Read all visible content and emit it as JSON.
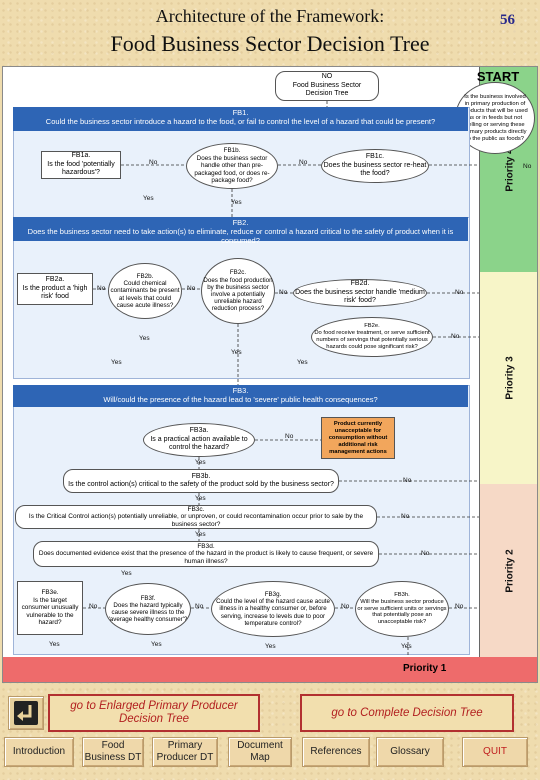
{
  "header": {
    "title": "Architecture of the Framework:",
    "subtitle": "Food Business Sector Decision Tree",
    "page_number": "56"
  },
  "diagram": {
    "top_node": "NO\nFood Business Sector\nDecision Tree",
    "start": {
      "label": "START",
      "text": "Is the business involved in primary production of products that will be used as or in feeds but not selling or serving these primary products directly to the public as foods?"
    },
    "fb1": {
      "title": "FB1.",
      "question": "Could the business sector introduce a hazard to the food, or fail to control the level of a hazard that could be present?",
      "fb1a": "FB1a.\nIs the food 'potentially hazardous'?",
      "fb1b": "FB1b.\nDoes the business sector handle other than pre-packaged food, or does re-package food?",
      "fb1c": "FB1c.\nDoes the business sector re-heat the food?"
    },
    "fb2": {
      "title": "FB2.",
      "question": "Does the business sector need to take action(s) to eliminate, reduce or control a hazard critical to the safety of product when it is consumed?",
      "fb2a": "FB2a.\nIs the product a 'high risk' food",
      "fb2b": "FB2b.\nCould chemical contaminants be present at levels that could cause acute illness?",
      "fb2c": "FB2c.\nDoes the food production by the business sector involve a potentially unreliable hazard reduction process?",
      "fb2d": "FB2d.\nDoes the business sector handle 'medium risk' food?",
      "fb2e": "FB2e.\nDo food receive treatment, or serve sufficient numbers of servings that potentially serious hazards could pose significant risk?"
    },
    "fb3": {
      "title": "FB3.",
      "question": "Will/could the presence of the hazard lead to 'severe' public health consequences?",
      "fb3a": "FB3a.\nIs a practical action available to control the hazard?",
      "unacceptable": "Product currently unacceptable for consumption without additional risk management actions",
      "fb3b": "FB3b.\nIs the control action(s) critical to the safety of the product sold by the business sector?",
      "fb3c": "FB3c.\nIs the Critical Control action(s) potentially unreliable, or unproven, or could recontamination occur prior to sale by the business sector?",
      "fb3d": "FB3d.\nDoes documented evidence exist that the presence of the hazard in the product is likely to cause frequent, or severe human illness?",
      "fb3e": "FB3e.\nIs the target consumer unusually vulnerable to the hazard?",
      "fb3f": "FB3f.\nDoes the hazard typically cause severe illness to the 'average healthy consumer'?",
      "fb3g": "FB3g.\nCould the level of the hazard cause acute illness in a healthy consumer or, before serving, increase to levels due to poor temperature control?",
      "fb3h": "FB3h.\nWill the business sector produce or serve sufficient units or servings that potentially pose an unacceptable risk?"
    },
    "labels": {
      "yes": "Yes",
      "no": "No"
    },
    "priorities": [
      "Priority 4",
      "Priority 3",
      "Priority 2",
      "Priority 1"
    ],
    "colors": {
      "band": "#2e65b5",
      "priority4": "#8bd38a",
      "priority3": "#f7f5c8",
      "priority2": "#f6d9c6",
      "priority1": "#ee6b6b",
      "unacceptable": "#f2a65c"
    }
  },
  "nav": {
    "enlarged_link": "go to Enlarged Primary Producer Decision Tree",
    "complete_link": "go to Complete Decision Tree",
    "buttons": [
      "Introduction",
      "Food Business DT",
      "Primary Producer DT",
      "Document Map",
      "References",
      "Glossary",
      "QUIT"
    ]
  }
}
